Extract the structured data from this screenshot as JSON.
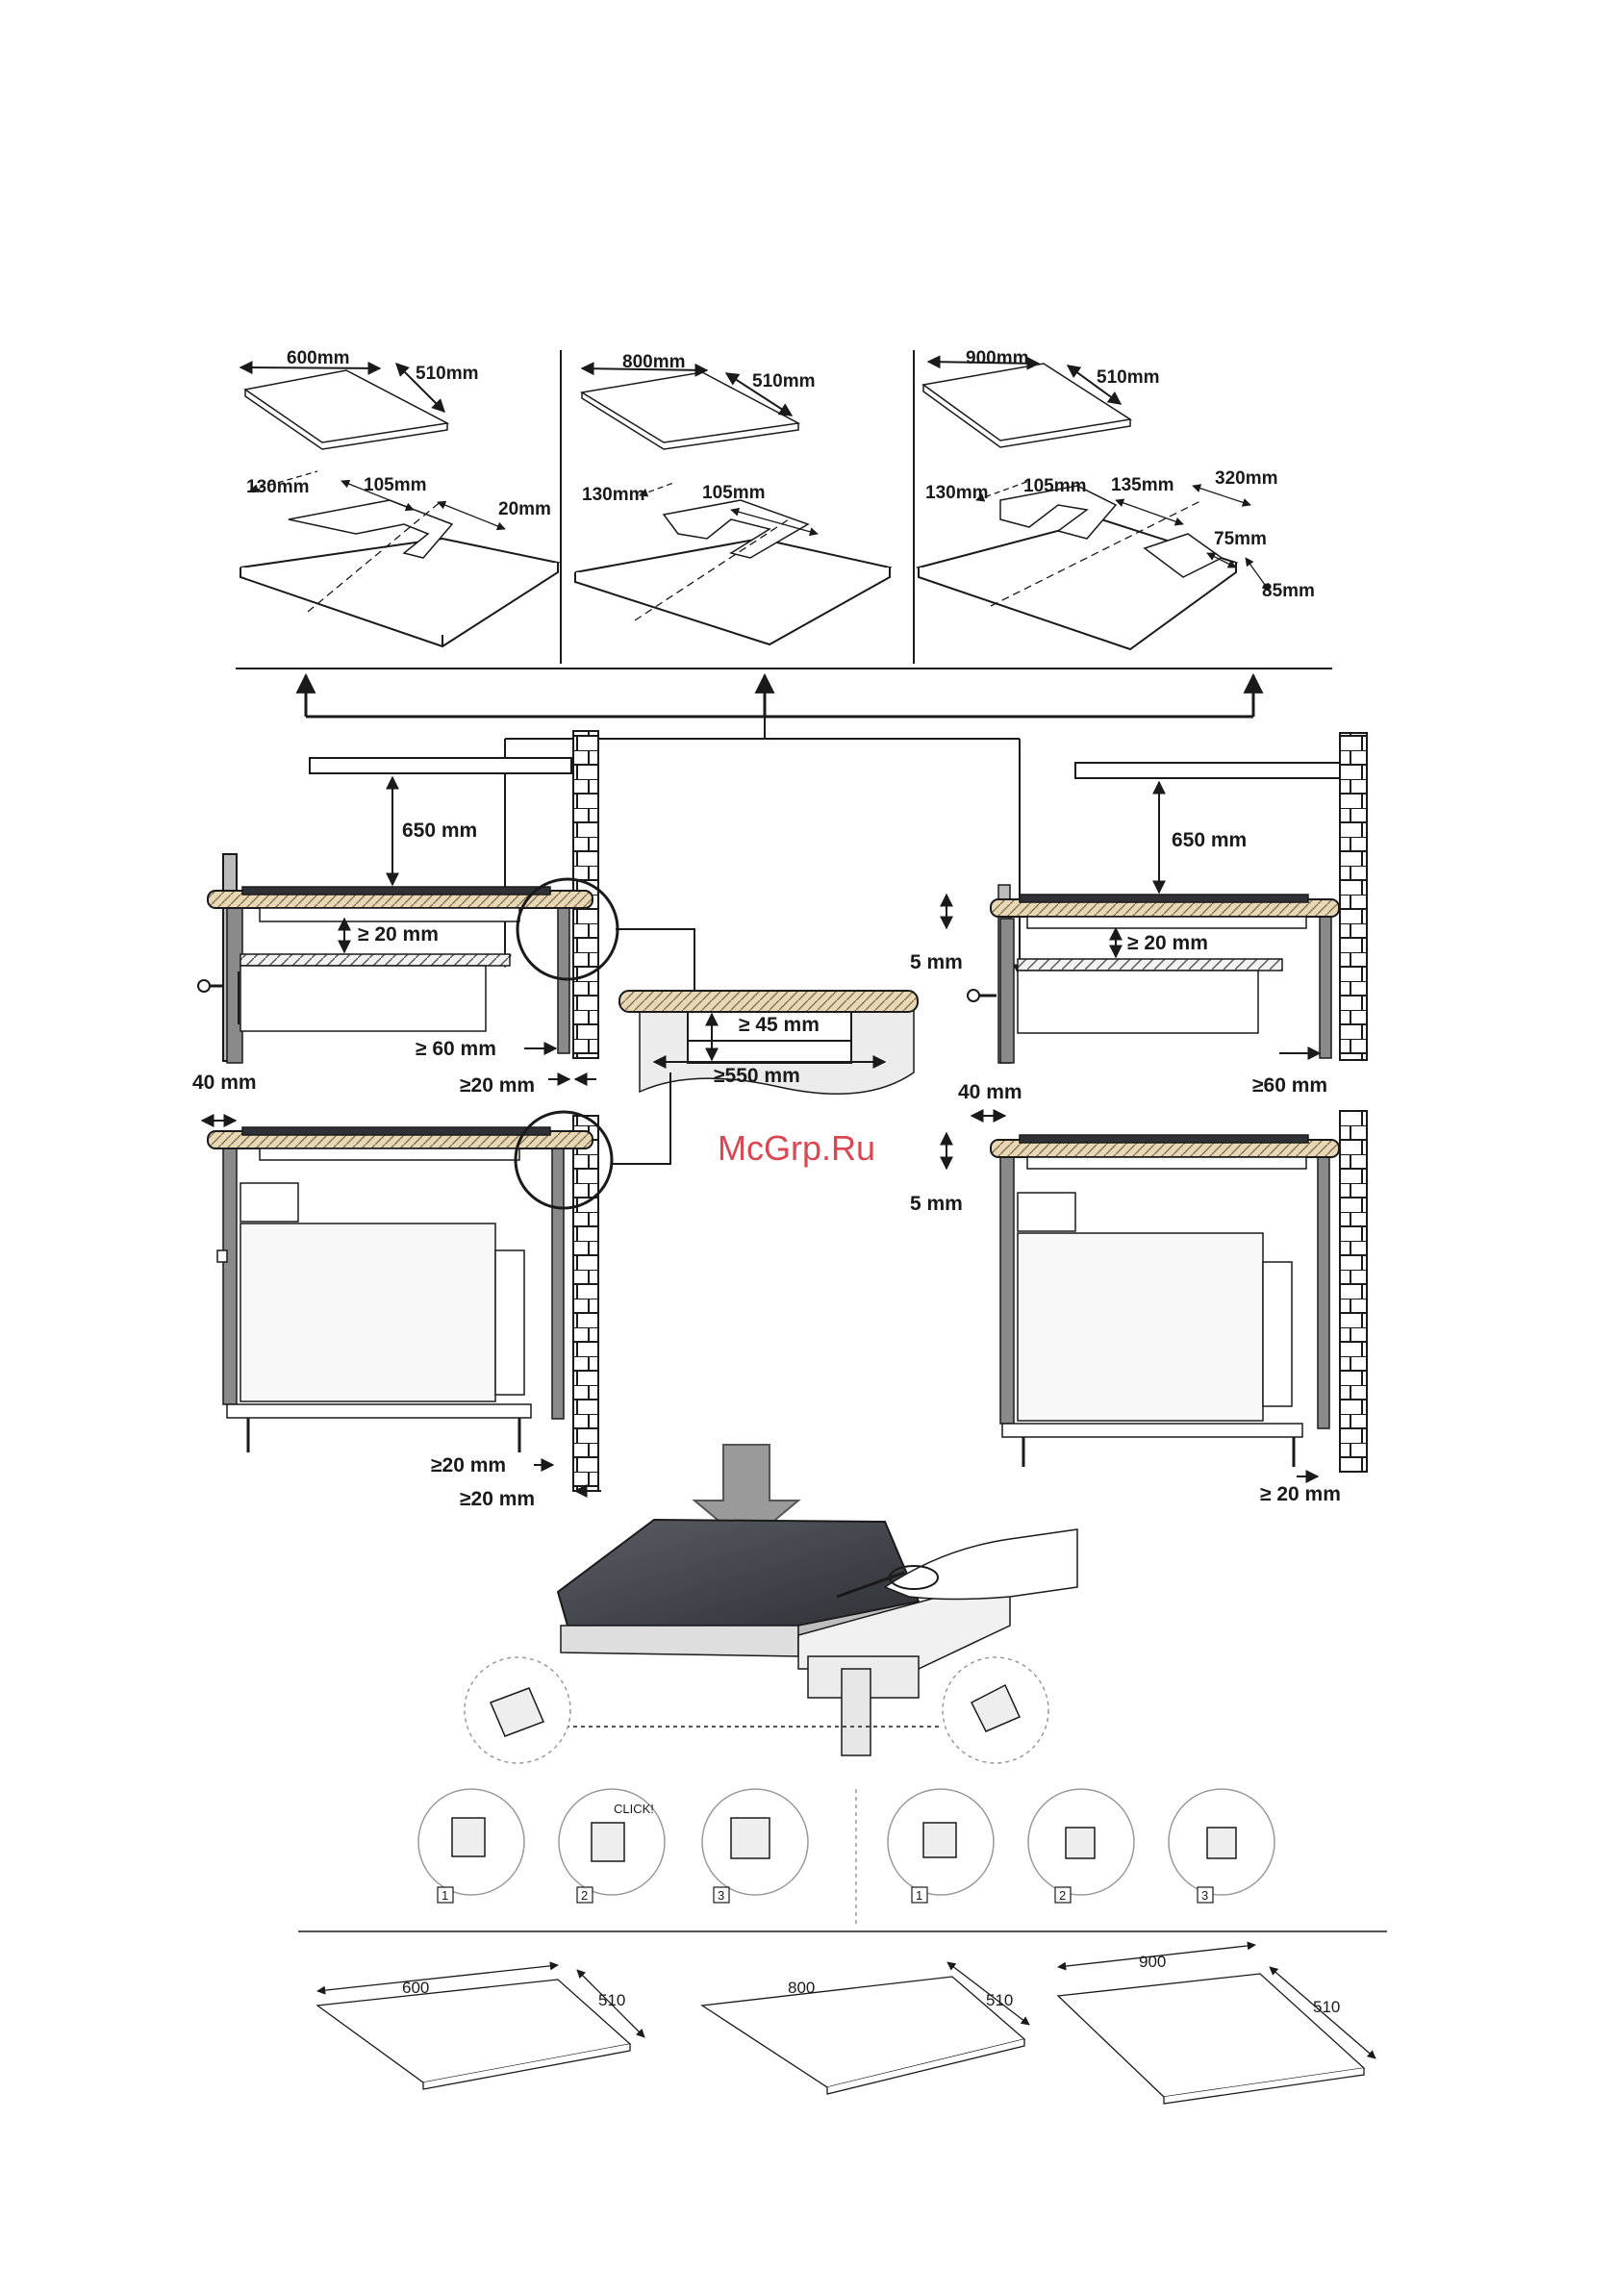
{
  "cutouts": [
    {
      "width": "600mm",
      "depth": "510mm",
      "c1": "130mm",
      "c2": "105mm",
      "c3": "20mm"
    },
    {
      "width": "800mm",
      "depth": "510mm",
      "c1": "130mm",
      "c2": "105mm"
    },
    {
      "width": "900mm",
      "depth": "510mm",
      "c1": "130mm",
      "c2": "105mm",
      "c3": "135mm",
      "c4": "320mm",
      "c5": "75mm",
      "c6": "85mm"
    }
  ],
  "install": {
    "hood_left": "650 mm",
    "gap_left": "≥ 20 mm",
    "side_left": "≥ 60 mm",
    "wall_left": "≥20 mm",
    "hood_right": "650 mm",
    "gap_right": "≥ 20 mm",
    "edge_right": "5 mm",
    "side_right": "≥60 mm",
    "detail_height": "≥ 45 mm",
    "detail_width": "≥550 mm",
    "edge_left_2": "40 mm",
    "bottom_left_a": "≥20 mm",
    "bottom_left_b": "≥20 mm",
    "edge_right_2": "40 mm",
    "edge_right_5": "5 mm",
    "bottom_right": "≥ 20 mm"
  },
  "watermark": "McGrp.Ru",
  "clip_steps": {
    "click_label": "CLICK!",
    "left": [
      "1",
      "2",
      "3"
    ],
    "right": [
      "1",
      "2",
      "3"
    ]
  },
  "plates": [
    {
      "w": "600",
      "d": "510"
    },
    {
      "w": "800",
      "d": "510"
    },
    {
      "w": "900",
      "d": "510"
    }
  ]
}
